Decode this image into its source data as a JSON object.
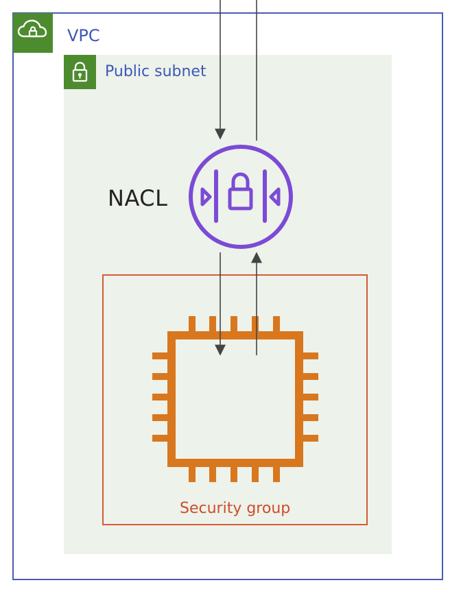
{
  "vpc": {
    "label": "VPC",
    "icon": "cloud-lock-icon"
  },
  "subnet": {
    "label": "Public subnet",
    "icon": "padlock-icon"
  },
  "nacl": {
    "label": "NACL",
    "icon": "network-acl-icon"
  },
  "security_group": {
    "label": "Security group"
  },
  "instance": {
    "icon": "ec2-instance-chip-icon"
  },
  "flows": [
    {
      "from": "top",
      "to": "NACL",
      "direction": "down"
    },
    {
      "from": "NACL",
      "to": "top",
      "direction": "up"
    },
    {
      "from": "NACL",
      "to": "instance",
      "direction": "down"
    },
    {
      "from": "instance",
      "to": "NACL",
      "direction": "up"
    }
  ],
  "colors": {
    "vpc_border": "#4a5bb3",
    "vpc_label": "#3e57b7",
    "subnet_bg": "#edf2ea",
    "icon_green": "#4d8b2f",
    "nacl_purple": "#7b4bd5",
    "security_group": "#d45b35",
    "chip_orange": "#d8771e",
    "arrow": "#444444"
  }
}
